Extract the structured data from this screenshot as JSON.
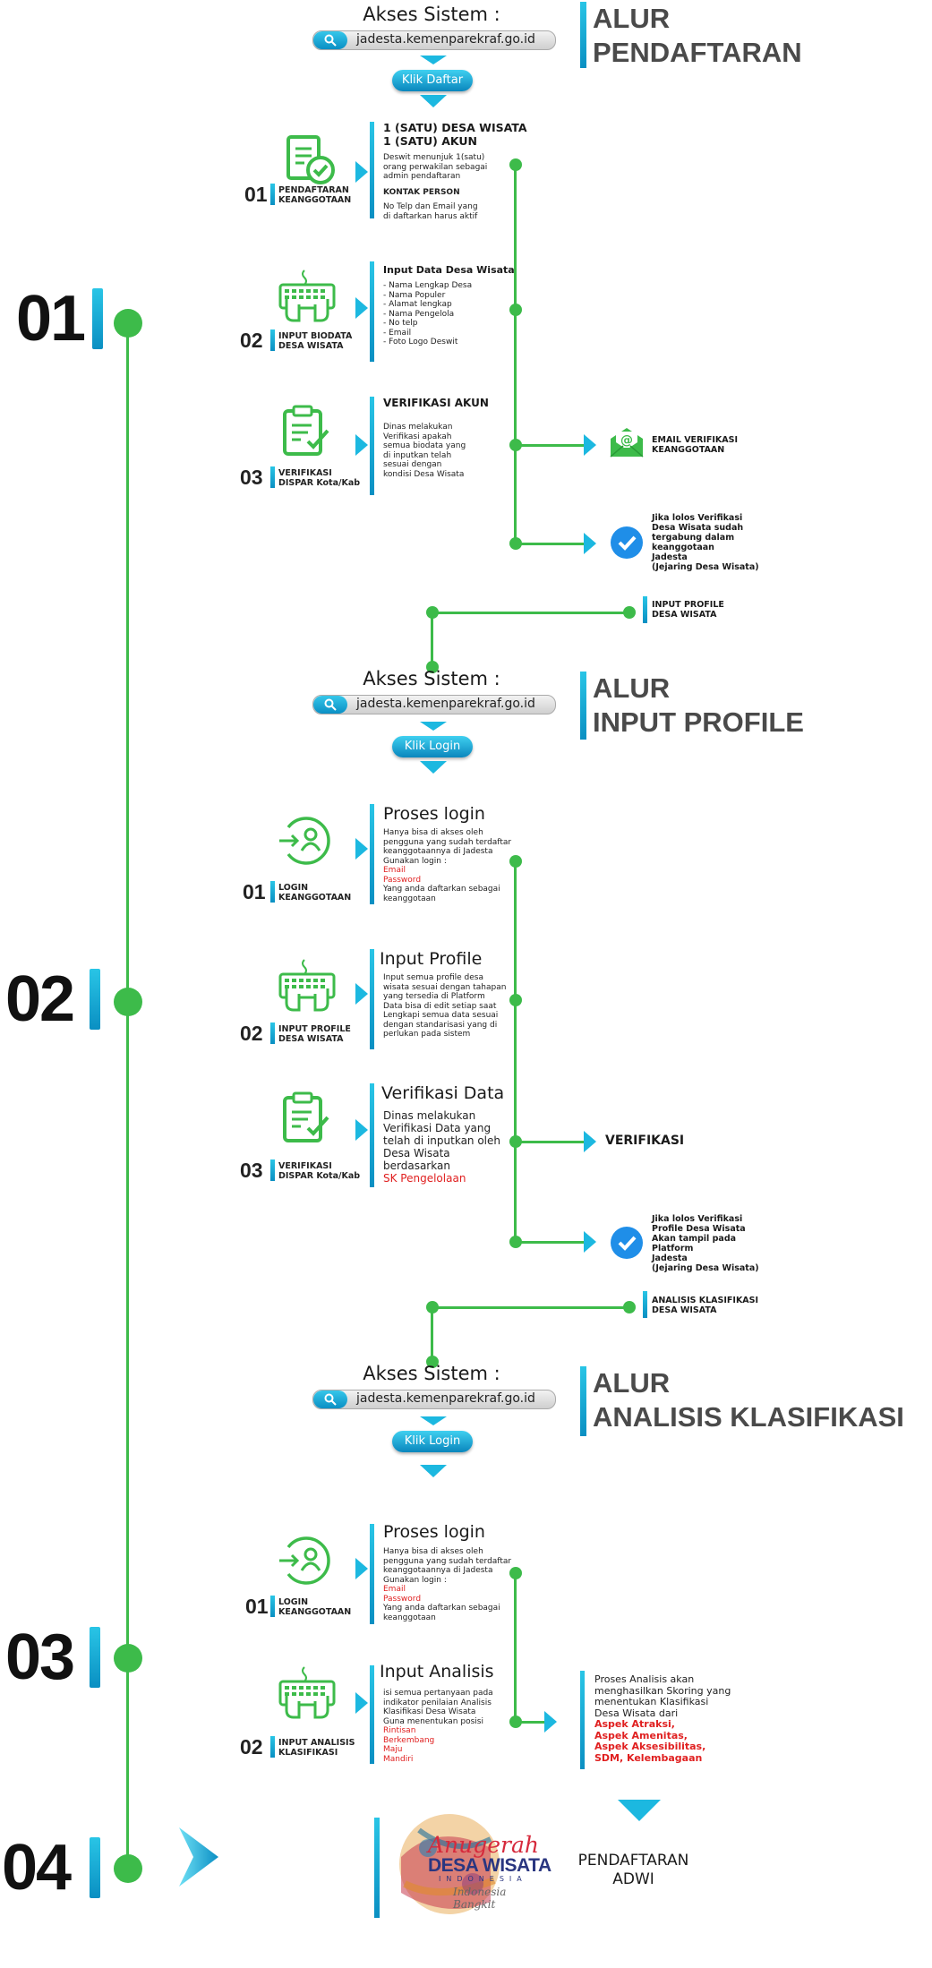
{
  "big_numbers": [
    "01",
    "02",
    "03",
    "04"
  ],
  "sections": [
    {
      "akses_label": "Akses Sistem :",
      "url": "jadesta.kemenparekraf.go.id",
      "button": "Klik Daftar",
      "title_line1": "ALUR",
      "title_line2": "PENDAFTARAN",
      "steps": [
        {
          "num": "01",
          "label_line1": "PENDAFTARAN",
          "label_line2": "KEANGGOTAAN",
          "icon": "document-check-icon",
          "heading_line1": "1 (SATU) DESA WISATA",
          "heading_line2": "1 (SATU) AKUN",
          "text1": "Deswit menunjuk 1(satu) orang perwakilan sebagai admin pendaftaran",
          "heading2": "KONTAK PERSON",
          "text2": "No Telp dan Email yang di daftarkan harus aktif"
        },
        {
          "num": "02",
          "label_line1": "INPUT BIODATA",
          "label_line2": "DESA WISATA",
          "icon": "keyboard-hands-icon",
          "heading": "Input Data Desa Wisata",
          "items": [
            "- Nama Lengkap Desa",
            "- Nama Populer",
            "- Alamat lengkap",
            "- Nama Pengelola",
            "- No telp",
            "- Email",
            "- Foto Logo Deswit"
          ]
        },
        {
          "num": "03",
          "label_line1": "VERIFIKASI",
          "label_line2": "DISPAR Kota/Kab",
          "icon": "clipboard-check-icon",
          "heading": "VERIFIKASI AKUN",
          "text": "Dinas melakukan Verifikasi apakah semua biodata yang di inputkan telah sesuai dengan kondisi Desa Wisata"
        }
      ],
      "outcome1": {
        "icon": "email-icon",
        "line1": "EMAIL VERIFIKASI",
        "line2": "KEANGGOTAAN"
      },
      "outcome2": {
        "icon": "check-icon",
        "lines": [
          "Jika lolos Verifikasi",
          "Desa Wisata sudah",
          "tergabung dalam",
          "keanggotaan",
          "Jadesta",
          "(Jejaring Desa Wisata)"
        ]
      },
      "next": {
        "line1": "INPUT PROFILE",
        "line2": "DESA WISATA"
      }
    },
    {
      "akses_label": "Akses Sistem :",
      "url": "jadesta.kemenparekraf.go.id",
      "button": "Klik Login",
      "title_line1": "ALUR",
      "title_line2": "INPUT PROFILE",
      "steps": [
        {
          "num": "01",
          "label_line1": "LOGIN",
          "label_line2": "KEANGGOTAAN",
          "icon": "login-user-icon",
          "heading": "Proses login",
          "lines": [
            "Hanya bisa di akses oleh",
            "pengguna yang sudah terdaftar",
            "keanggotaannya di Jadesta",
            "Gunakan login :"
          ],
          "red_lines": [
            "Email",
            "Password"
          ],
          "tail_lines": [
            "Yang anda daftarkan sebagai",
            "keanggotaan"
          ]
        },
        {
          "num": "02",
          "label_line1": "INPUT PROFILE",
          "label_line2": "DESA WISATA",
          "icon": "keyboard-hands-icon",
          "heading": "Input Profile",
          "lines": [
            "Input semua profile desa",
            "wisata sesuai dengan tahapan",
            "yang tersedia di Platform",
            "Data bisa di edit setiap saat",
            "Lengkapi semua data sesuai",
            "dengan standarisasi yang di",
            "perlukan pada sistem"
          ]
        },
        {
          "num": "03",
          "label_line1": "VERIFIKASI",
          "label_line2": "DISPAR Kota/Kab",
          "icon": "clipboard-check-icon",
          "heading": "Verifikasi Data",
          "lines": [
            "Dinas melakukan",
            "Verifikasi Data yang",
            "telah di inputkan oleh",
            "Desa Wisata",
            "berdasarkan"
          ],
          "red_line": "SK Pengelolaan"
        }
      ],
      "outcome1": {
        "label": "VERIFIKASI"
      },
      "outcome2": {
        "icon": "check-icon",
        "lines": [
          "Jika lolos Verifikasi",
          "Profile Desa Wisata",
          "Akan tampil pada",
          "Platform",
          "Jadesta",
          "(Jejaring Desa Wisata)"
        ]
      },
      "next": {
        "line1": "ANALISIS KLASIFIKASI",
        "line2": "DESA WISATA"
      }
    },
    {
      "akses_label": "Akses Sistem :",
      "url": "jadesta.kemenparekraf.go.id",
      "button": "Klik Login",
      "title_line1": "ALUR",
      "title_line2": "ANALISIS KLASIFIKASI",
      "steps": [
        {
          "num": "01",
          "label_line1": "LOGIN",
          "label_line2": "KEANGGOTAAN",
          "icon": "login-user-icon",
          "heading": "Proses login",
          "lines": [
            "Hanya bisa di akses oleh",
            "pengguna yang sudah terdaftar",
            "keanggotaannya di Jadesta",
            "Gunakan login :"
          ],
          "red_lines": [
            "Email",
            "Password"
          ],
          "tail_lines": [
            "Yang anda daftarkan sebagai",
            "keanggotaan"
          ]
        },
        {
          "num": "02",
          "label_line1": "INPUT ANALISIS",
          "label_line2": "KLASIFIKASI",
          "icon": "keyboard-hands-icon",
          "heading": "Input Analisis",
          "lines": [
            "isi semua pertanyaan pada",
            "indikator penilaian Analisis",
            "Klasifikasi Desa Wisata",
            "Guna menentukan posisi"
          ],
          "red_lines": [
            "Rintisan",
            "Berkembang",
            "Maju",
            "Mandiri"
          ]
        }
      ],
      "result": {
        "lines": [
          "Proses Analisis akan",
          "menghasilkan Skoring yang",
          "menentukan Klasifikasi",
          "Desa Wisata dari"
        ],
        "red_lines": [
          "Aspek Atraksi,",
          "Aspek Amenitas,",
          "Aspek Aksesibilitas,",
          "SDM, Kelembagaan"
        ]
      }
    }
  ],
  "final": {
    "logo_line1": "Anugerah",
    "logo_line2": "DESA WISATA",
    "logo_line3": "INDONESIA",
    "logo_line4": "Indonesia",
    "logo_line5": "Bangkit",
    "label_line1": "PENDAFTARAN",
    "label_line2": "ADWI"
  },
  "colors": {
    "accent": "#1cb8e0",
    "green": "#3dbb4a",
    "red": "#e02020",
    "blue": "#1f8ee8"
  }
}
